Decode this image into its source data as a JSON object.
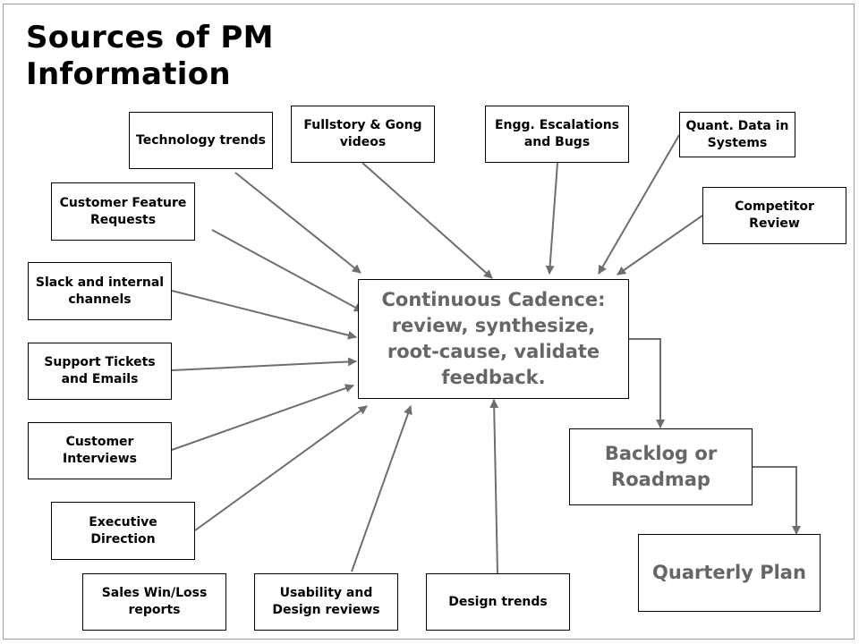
{
  "title": "Sources of PM Information",
  "colors": {
    "arrow": "#6e6e6e",
    "center_text": "#666666",
    "box_text": "#000000"
  },
  "sources": {
    "technology_trends": "Technology trends",
    "fullstory_gong": "Fullstory & Gong videos",
    "engg_escalations": "Engg. Escalations and Bugs",
    "quant_data": "Quant. Data in Systems",
    "competitor_review": "Competitor Review",
    "customer_feature_requests": "Customer Feature Requests",
    "slack_internal": "Slack and internal channels",
    "support_tickets": "Support Tickets and Emails",
    "customer_interviews": "Customer Interviews",
    "executive_direction": "Executive Direction",
    "sales_win_loss": "Sales Win/Loss reports",
    "usability_design_reviews": "Usability and Design reviews",
    "design_trends": "Design trends"
  },
  "process": {
    "center": "Continuous Cadence: review, synthesize, root-cause, validate feedback.",
    "backlog": "Backlog or Roadmap",
    "quarterly_plan": "Quarterly Plan"
  }
}
